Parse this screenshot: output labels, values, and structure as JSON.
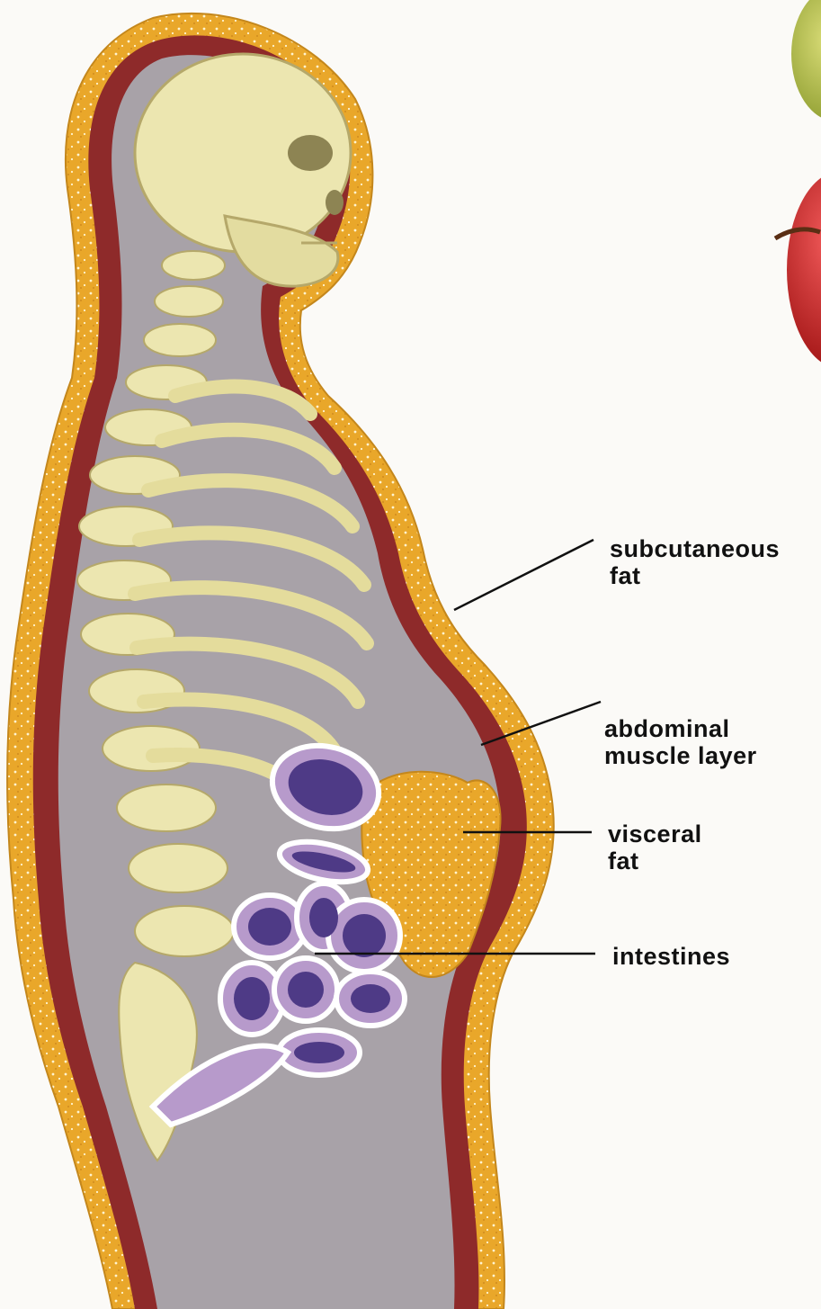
{
  "labels": {
    "subcutaneous": {
      "line1": "subcutaneous",
      "line2": "fat"
    },
    "abdominal": {
      "line1": "abdominal",
      "line2": "muscle layer"
    },
    "visceral": {
      "line1": "visceral",
      "line2": "fat"
    },
    "intestines": {
      "line1": "intestines"
    }
  },
  "colors": {
    "background": "#fbfaf7",
    "fat": "#e9a72a",
    "muscle": "#8e2a2a",
    "cavity": "#a8a2a8",
    "bone": "#ece6b0",
    "intestine": "#b79acb",
    "intestine_inner": "#4e3a86",
    "leader_line": "#111111"
  }
}
